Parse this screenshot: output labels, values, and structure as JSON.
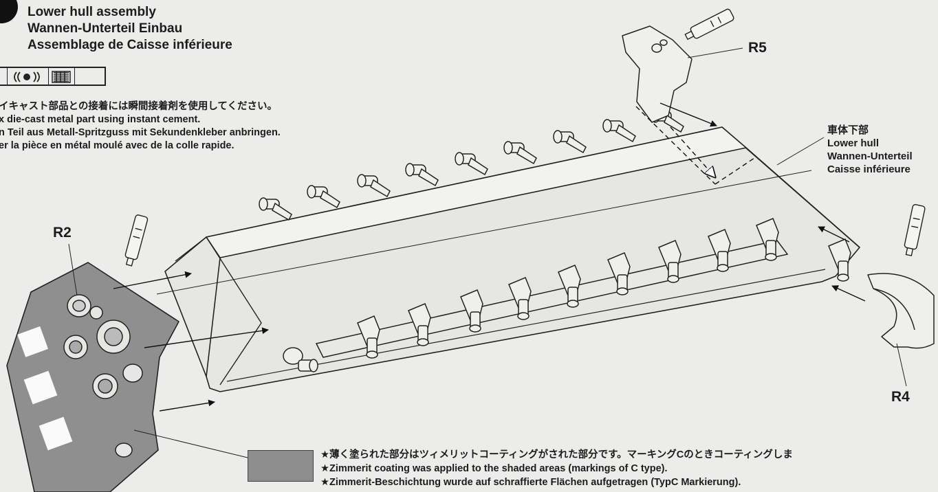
{
  "step_header": {
    "titles": [
      "Lower hull assembly",
      "Wannen-Unterteil Einbau",
      "Assemblage de Caisse inférieure"
    ]
  },
  "cement_icon": {
    "symbols": "((●)) ▦",
    "icon": "instant-cement-icon"
  },
  "cement_note": {
    "lines": [
      "イキャスト部品との接着には瞬間接着剤を使用してください。",
      "x die-cast metal part using instant cement.",
      "n Teil aus Metall-Spritzguss mit Sekundenkleber anbringen.",
      "er la pièce en métal moulé avec de la colle rapide."
    ]
  },
  "hull_label": {
    "lines": [
      "車体下部",
      "Lower hull",
      "Wannen-Unterteil",
      "Caisse inférieure"
    ]
  },
  "parts": {
    "r2": "R2",
    "r4": "R4",
    "r5": "R5"
  },
  "legend": {
    "lines": [
      "★薄く塗られた部分はツィメリットコーティングがされた部分です。マーキングCのときコーティングしま",
      "★Zimmerit coating was applied to the shaded areas (markings of C type).",
      "★Zimmerit-Beschichtung wurde auf schraffierte Flächen aufgetragen (TypC Markierung)."
    ]
  },
  "colors": {
    "paper": "#ececea",
    "ink": "#1c1c1c",
    "shaded": "#8d8d8d",
    "part_fill": "#e2e2df"
  }
}
